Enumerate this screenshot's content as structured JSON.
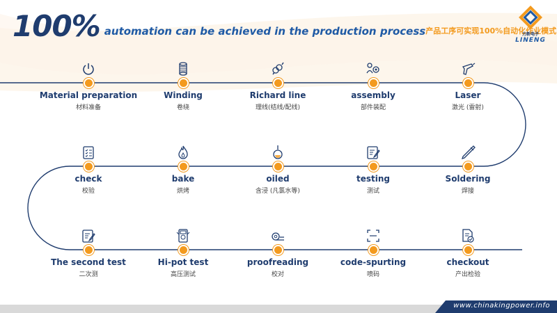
{
  "header": {
    "big": "100%",
    "title_en": "automation can be achieved in the production process",
    "title_cn": "产品工序可实现100%自动化作业模式"
  },
  "logo": {
    "cn": "力新电子",
    "en": "LINENG"
  },
  "colors": {
    "navy": "#1f3c6e",
    "blue": "#1f5aa5",
    "orange": "#f39a1e"
  },
  "rows": [
    [
      {
        "en": "Material preparation",
        "cn": "材料准备",
        "icon": "power-icon"
      },
      {
        "en": "Winding",
        "cn": "卷绕",
        "icon": "spool-icon"
      },
      {
        "en": "Richard line",
        "cn": "理线(结线/配线)",
        "icon": "wire-icon"
      },
      {
        "en": "assembly",
        "cn": "部件装配",
        "icon": "assembly-icon"
      },
      {
        "en": "Laser",
        "cn": "激光 (雷射)",
        "icon": "laser-gun-icon"
      }
    ],
    [
      {
        "en": "check",
        "cn": "校验",
        "icon": "checklist-icon"
      },
      {
        "en": "bake",
        "cn": "烘烤",
        "icon": "flame-icon"
      },
      {
        "en": "oiled",
        "cn": "含浸 (凡氯水等)",
        "icon": "oil-icon"
      },
      {
        "en": "testing",
        "cn": "测试",
        "icon": "test-form-icon"
      },
      {
        "en": "Soldering",
        "cn": "焊接",
        "icon": "tweezers-icon"
      }
    ],
    [
      {
        "en": "The second test",
        "cn": "二次测",
        "icon": "edit-form-icon"
      },
      {
        "en": "Hi-pot test",
        "cn": "高压测试",
        "icon": "multimeter-icon"
      },
      {
        "en": "proofreading",
        "cn": "校对",
        "icon": "tape-icon"
      },
      {
        "en": "code-spurting",
        "cn": "喷码",
        "icon": "scan-frame-icon"
      },
      {
        "en": "checkout",
        "cn": "产出检验",
        "icon": "document-check-icon"
      }
    ]
  ],
  "footer": {
    "url": "www.chinakingpower.info"
  }
}
